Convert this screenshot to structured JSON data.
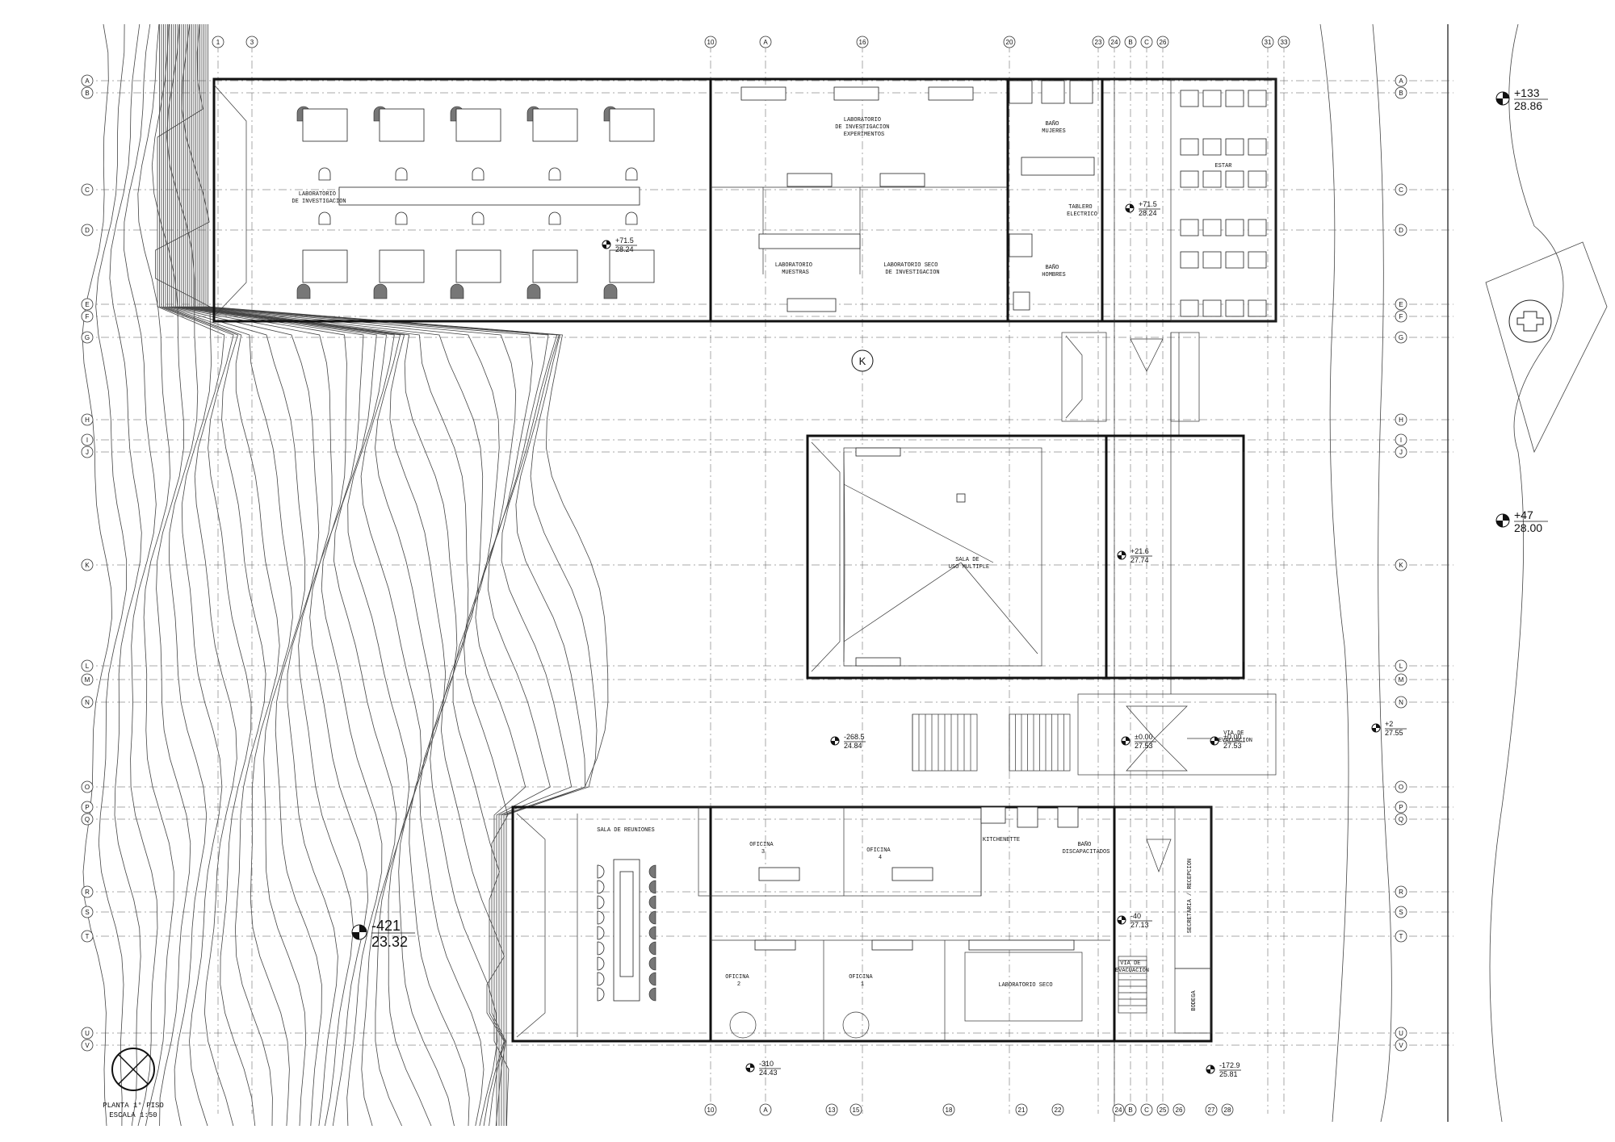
{
  "title": {
    "line1": "PLANTA 1° PISO",
    "line2": "ESCALA 1:50"
  },
  "grid_rows": [
    "A",
    "B",
    "C",
    "D",
    "E",
    "F",
    "G",
    "H",
    "I",
    "J",
    "K",
    "L",
    "M",
    "N",
    "O",
    "P",
    "Q",
    "R",
    "S",
    "T",
    "U",
    "V"
  ],
  "grid_cols_top": [
    "1",
    "3",
    "10",
    "A",
    "16",
    "20",
    "23",
    "24",
    "B",
    "C",
    "26",
    "31",
    "33"
  ],
  "grid_cols_bottom": [
    "10",
    "A",
    "13",
    "15",
    "18",
    "21",
    "22",
    "24",
    "B",
    "C",
    "25",
    "26",
    "27",
    "28"
  ],
  "levels": [
    {
      "rel": "+133",
      "abs": "28.86"
    },
    {
      "rel": "+71.5",
      "abs": "28.24"
    },
    {
      "rel": "+71.5",
      "abs": "28.24"
    },
    {
      "rel": "+47",
      "abs": "28.00"
    },
    {
      "rel": "+21.6",
      "abs": "27.74"
    },
    {
      "rel": "-268.5",
      "abs": "24.84"
    },
    {
      "rel": "±0.00",
      "abs": "27.53"
    },
    {
      "rel": "±0.00",
      "abs": "27.53"
    },
    {
      "rel": "+2",
      "abs": "27.55"
    },
    {
      "rel": "-421",
      "abs": "23.32"
    },
    {
      "rel": "-40",
      "abs": "27.13"
    },
    {
      "rel": "-310",
      "abs": "24.43"
    },
    {
      "rel": "-172.9",
      "abs": "25.81"
    }
  ],
  "rooms": {
    "lab_investigacion": [
      "LABORATORIO",
      "DE INVESTIGACION"
    ],
    "lab_experimentos": [
      "LABORATORIO",
      "DE INVESTIGACION",
      "EXPERIMENTOS"
    ],
    "lab_muestras": [
      "LABORATORIO",
      "MUESTRAS"
    ],
    "lab_seco_inv": [
      "LABORATORIO SECO",
      "DE INVESTIGACION"
    ],
    "bano_mujeres": [
      "BAÑO",
      "MUJERES"
    ],
    "bano_hombres": [
      "BAÑO",
      "HOMBRES"
    ],
    "tablero": [
      "TABLERO",
      "ELECTRICO"
    ],
    "estar": [
      "ESTAR"
    ],
    "sala_multiple": [
      "SALA DE",
      "USO MULTIPLE"
    ],
    "via_evac_1": [
      "VIA DE",
      "EVACUACION"
    ],
    "sala_reuniones": [
      "SALA DE REUNIONES"
    ],
    "oficina_3": [
      "OFICINA",
      "3"
    ],
    "oficina_4": [
      "OFICINA",
      "4"
    ],
    "kitchenette": [
      "KITCHENETTE"
    ],
    "bano_disc": [
      "BAÑO",
      "DISCAPACITADOS"
    ],
    "oficina_2": [
      "OFICINA",
      "2"
    ],
    "oficina_1": [
      "OFICINA",
      "1"
    ],
    "lab_seco_1": [
      "LABORATORIO SECO"
    ],
    "via_evac_2": [
      "VIA DE",
      "EVACUACION"
    ],
    "secretaria": [
      "SECRETARIA / RECEPCION"
    ],
    "bodega": [
      "BODEGA"
    ]
  },
  "marker_k": "K"
}
